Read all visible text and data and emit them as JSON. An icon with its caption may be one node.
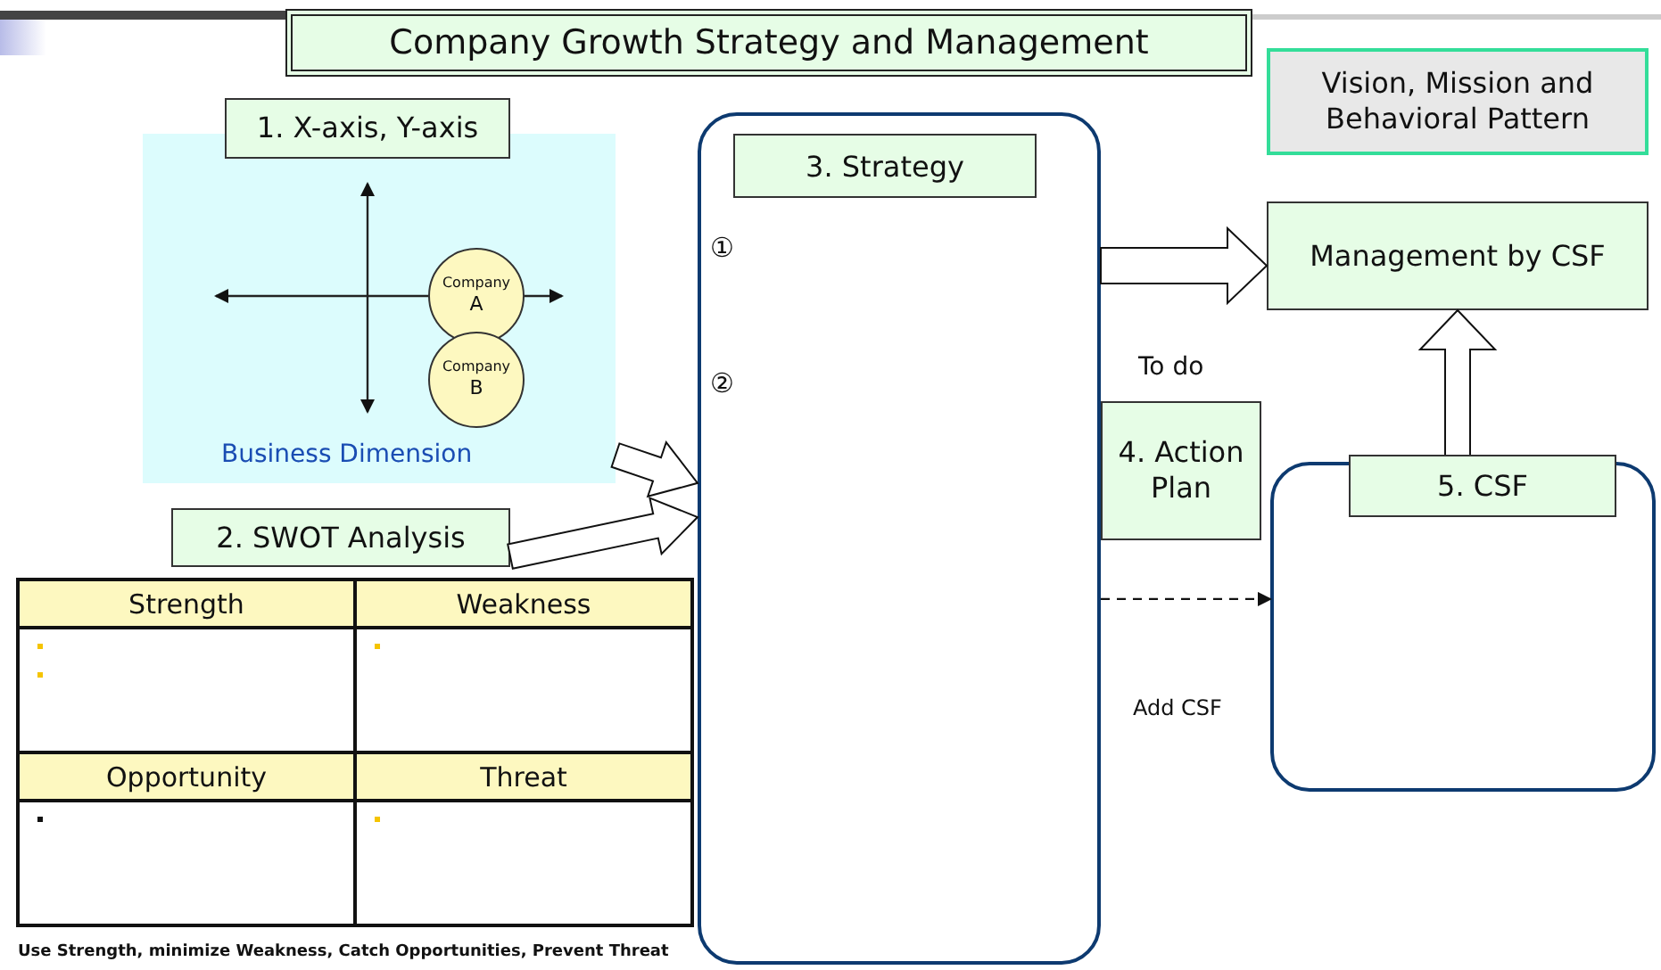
{
  "diagram": {
    "title": "Company Growth Strategy and Management",
    "nodes": [
      {
        "text": [
          "Vision, Mission and Behavioral Pattern"
        ]
      },
      {
        "text": [
          "1. X-axis, Y-axis",
          "Business Dimension"
        ]
      },
      {
        "text": [
          "Company A"
        ],
        "in": 1
      },
      {
        "text": [
          "Company B"
        ],
        "in": 1
      },
      {
        "text": [
          "2. SWOT Analysis"
        ]
      },
      {
        "text": [
          "3. Strategy"
        ]
      },
      {
        "text": [
          "Management by CSF"
        ]
      },
      {
        "text": [
          "4. Action Plan"
        ],
        "beside": [
          "To do"
        ]
      },
      {
        "text": [
          "5. CSF"
        ]
      }
    ],
    "edges": [
      {
        "from": 1,
        "to": 5,
        "arrow": "to",
        "style": "thick"
      },
      {
        "from": 4,
        "to": 5,
        "arrow": "to",
        "style": "thick"
      },
      {
        "from": 5,
        "to": 6,
        "arrow": "to",
        "style": "thick"
      },
      {
        "from": 8,
        "to": 6,
        "arrow": "to",
        "style": "thick"
      },
      {
        "from": 5,
        "to": 8,
        "arrow": "to",
        "style": "dashed",
        "label": "Add CSF"
      }
    ],
    "labels": [
      "①",
      "②",
      "Strength",
      "Weakness",
      "Opportunity",
      "Threat",
      "Use Strength, minimize Weakness, Catch Opportunities, Prevent Threat"
    ]
  }
}
